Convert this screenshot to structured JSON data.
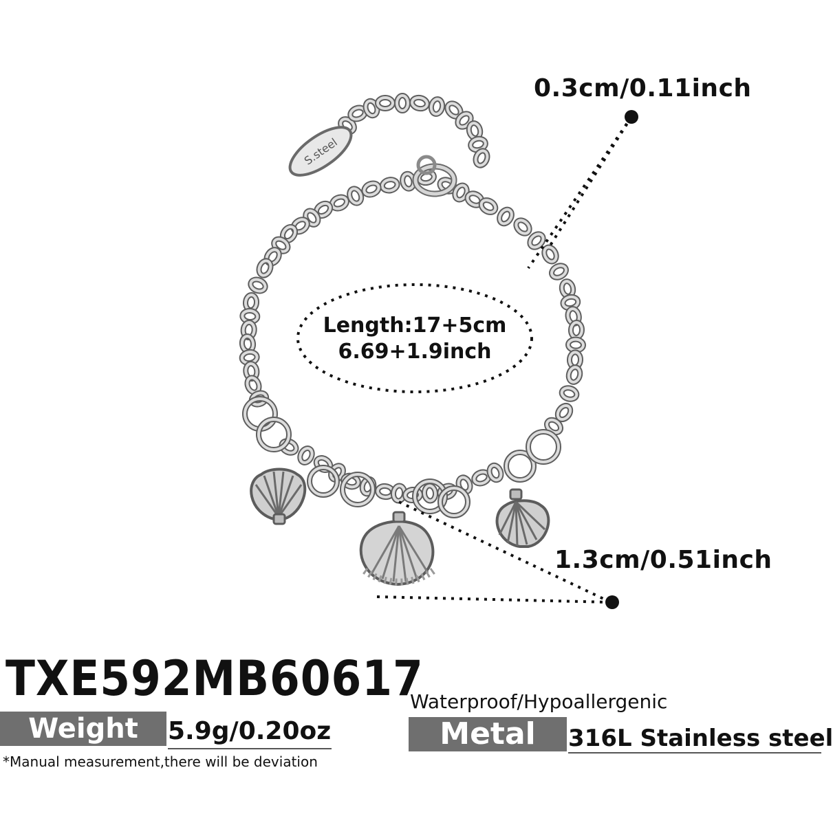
{
  "dimensions": {
    "chain_width": "0.3cm/0.11inch",
    "charm_width": "1.3cm/0.51inch",
    "length_line1": "Length:17+5cm",
    "length_line2": "6.69+1.9inch"
  },
  "product": {
    "sku": "TXE592MB60617",
    "weight_label": "Weight",
    "weight_value": "5.9g/0.20oz",
    "note": "*Manual measurement,there will be deviation",
    "features": "Waterproof/Hypoallergenic",
    "metal_label": "Metal",
    "metal_value": "316L Stainless steel"
  },
  "illustration": {
    "tag_text": "S.steel",
    "colors": {
      "silver": "#b9b9b9",
      "silver_dark": "#6a6a6a",
      "dot": "#111111",
      "label_bg": "#6f6f6f"
    }
  }
}
